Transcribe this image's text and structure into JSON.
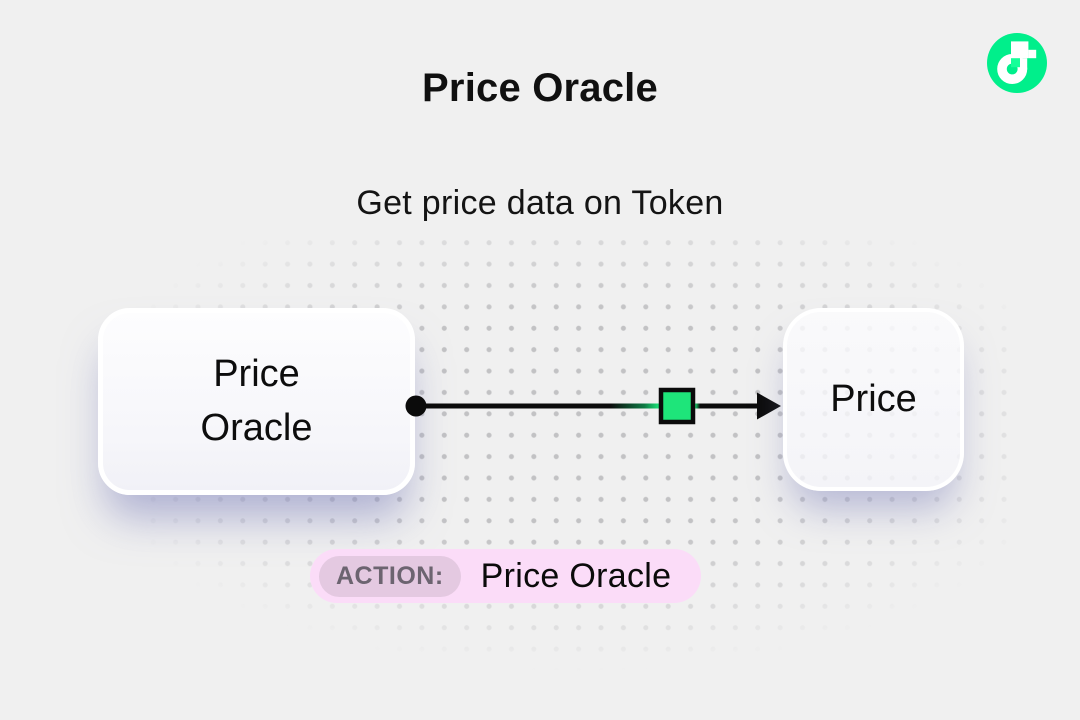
{
  "header": {
    "title": "Price Oracle",
    "subtitle": "Get price data on Token"
  },
  "brand": {
    "logo": "flow-logo",
    "circle_color": "#00ef8b",
    "overlap_color": "#16ff99"
  },
  "diagram": {
    "source_node": {
      "line1": "Price",
      "line2": "Oracle"
    },
    "target_node": {
      "label": "Price"
    },
    "connector": {
      "type": "arrow",
      "marker": "green-square",
      "marker_color": "#1ee57a",
      "line_color": "#0b0b0b"
    }
  },
  "action_badge": {
    "label": "ACTION:",
    "value": "Price Oracle",
    "bg_color": "#fbdcf8",
    "label_bg_color": "#e4c9e1"
  }
}
